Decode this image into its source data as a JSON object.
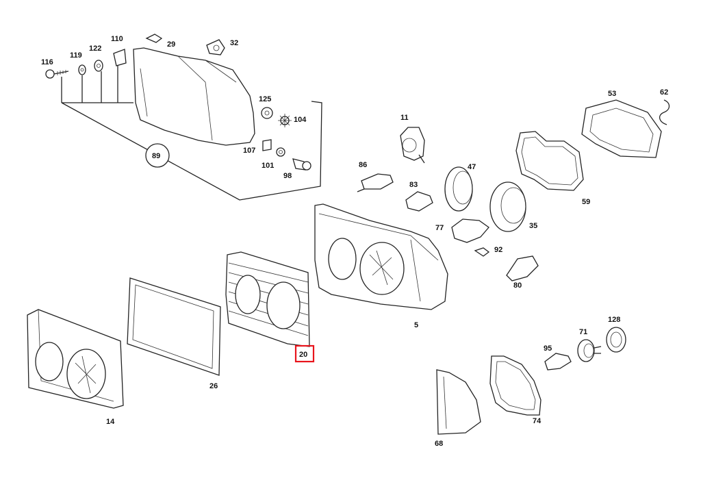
{
  "diagram": {
    "highlighted_part": "20",
    "callouts": {
      "p116": "116",
      "p119": "119",
      "p122": "122",
      "p110": "110",
      "p29": "29",
      "p32": "32",
      "p125": "125",
      "p104": "104",
      "p107": "107",
      "p101": "101",
      "p98": "98",
      "p89": "89",
      "p11": "11",
      "p86": "86",
      "p47": "47",
      "p83": "83",
      "p53": "53",
      "p62": "62",
      "p59": "59",
      "p35": "35",
      "p77": "77",
      "p92": "92",
      "p80": "80",
      "p5": "5",
      "p20": "20",
      "p26": "26",
      "p14": "14",
      "p128": "128",
      "p71": "71",
      "p95": "95",
      "p74": "74",
      "p68": "68"
    }
  }
}
